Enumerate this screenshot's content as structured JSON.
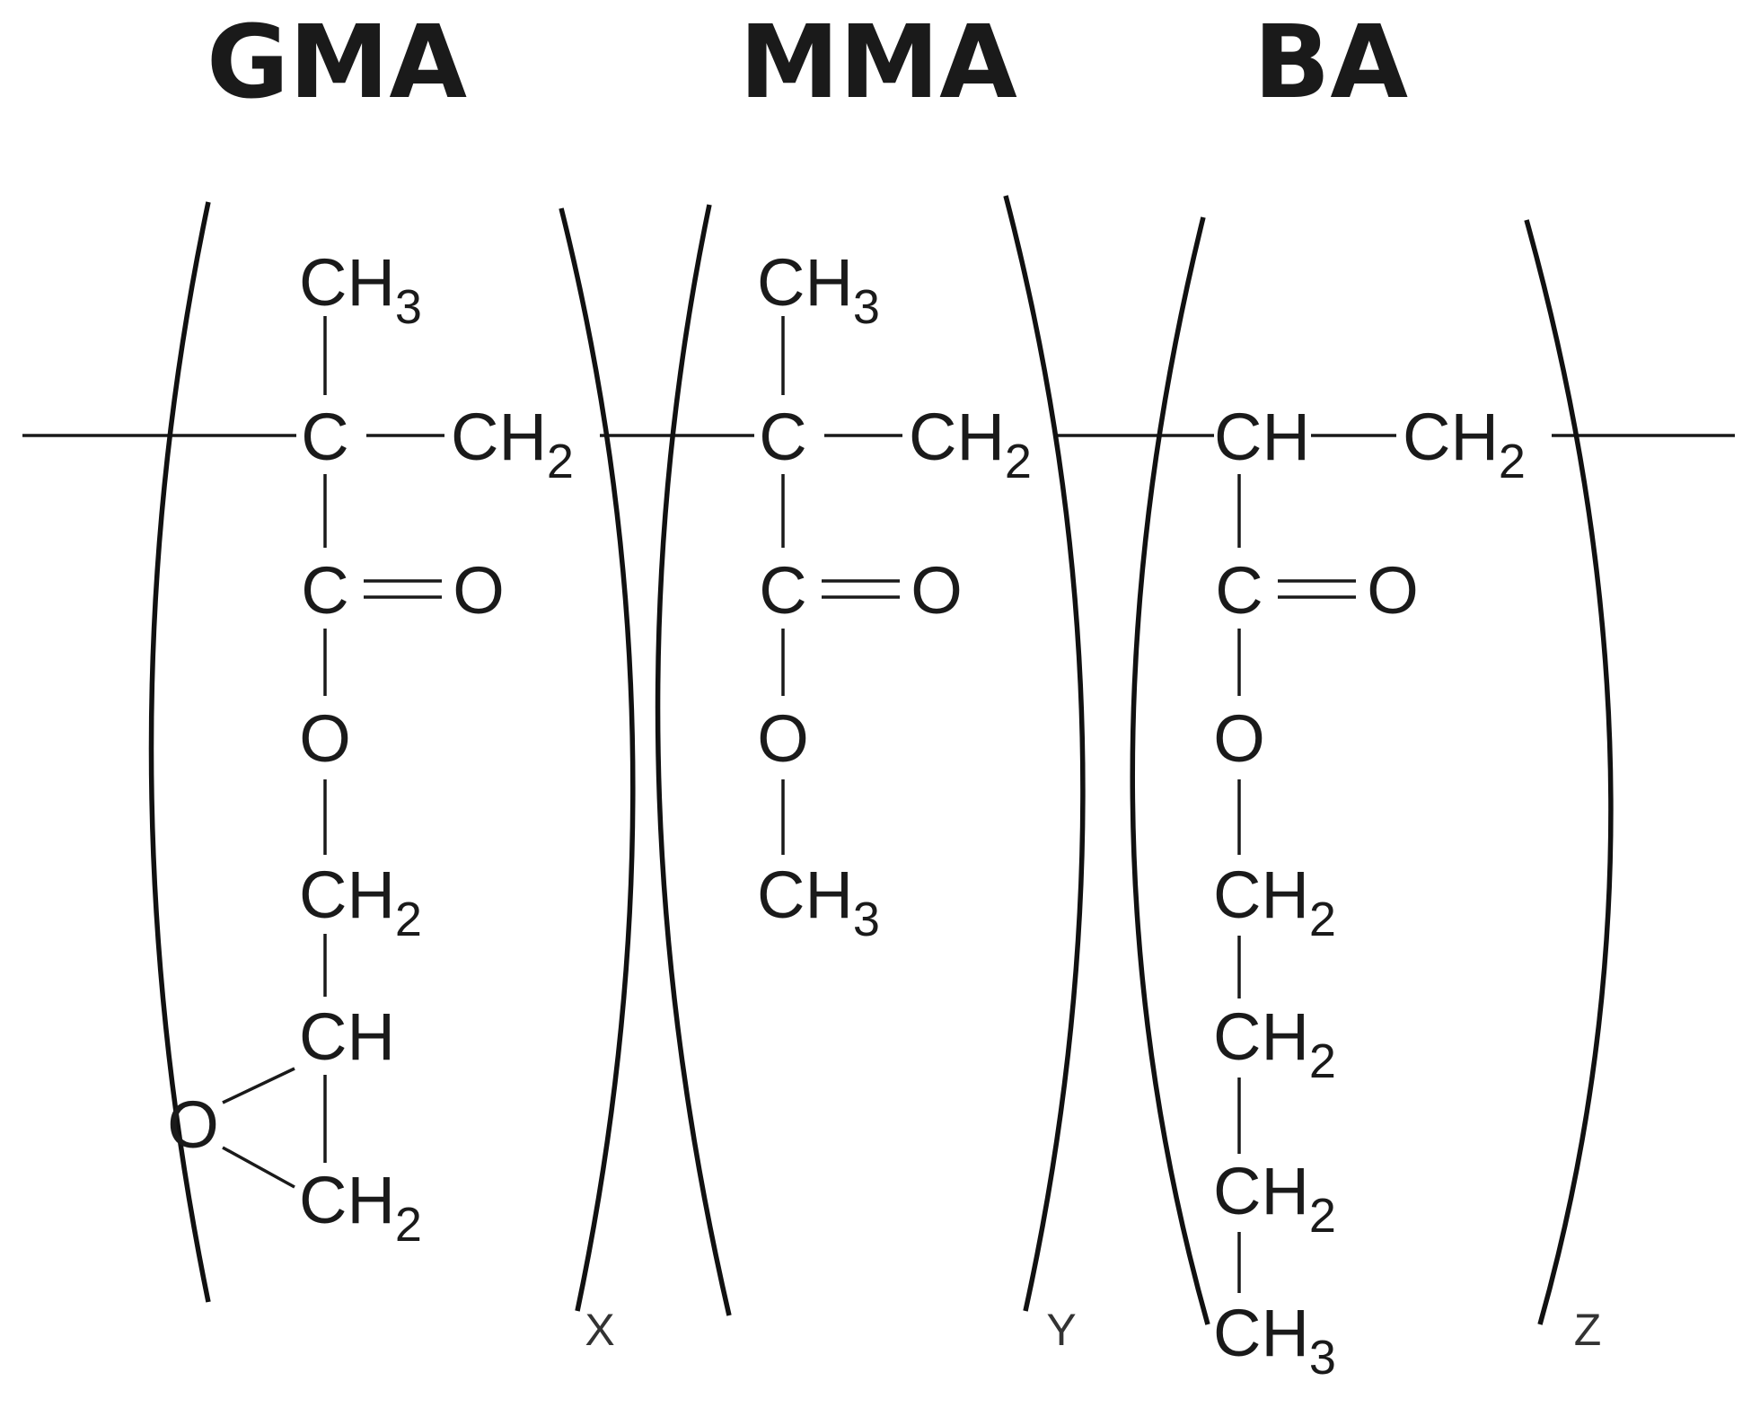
{
  "titles": {
    "gma": "GMA",
    "mma": "MMA",
    "ba": "BA"
  },
  "atoms": {
    "c": "C",
    "ch": "CH",
    "o": "O",
    "sub2": "2",
    "sub3": "3"
  },
  "indices": {
    "x": "X",
    "y": "Y",
    "z": "Z"
  }
}
